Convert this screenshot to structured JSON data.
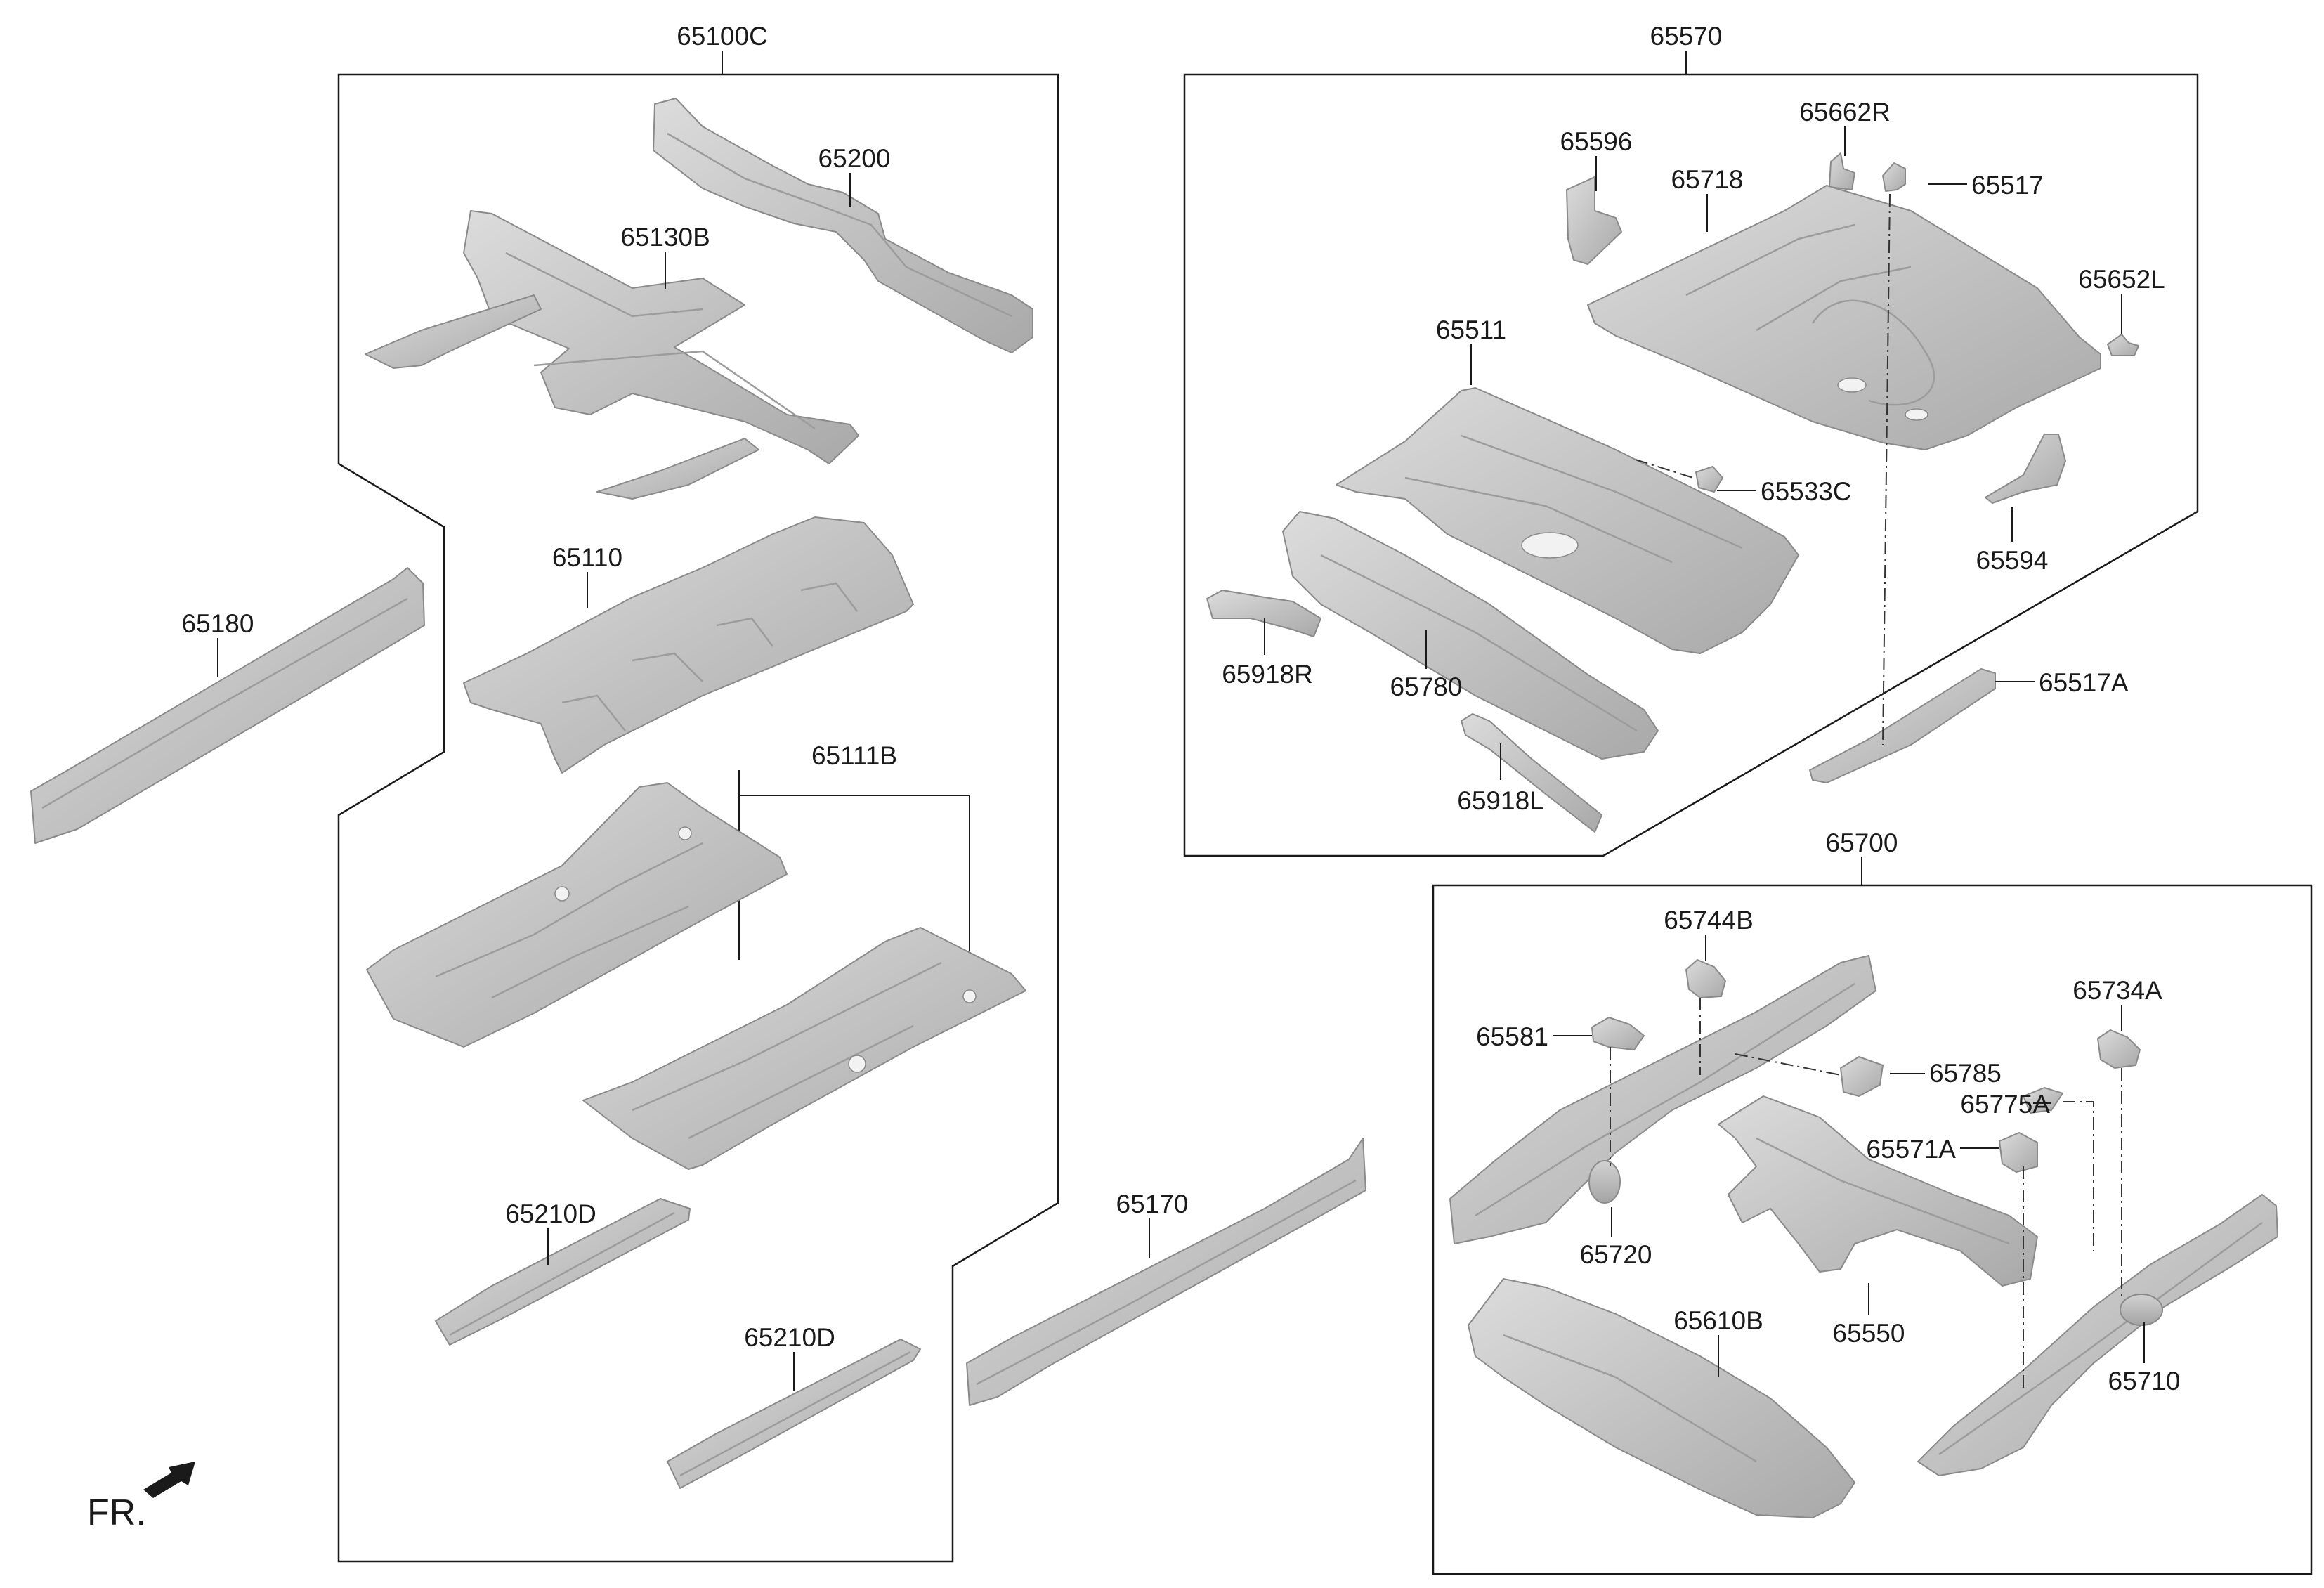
{
  "diagram": {
    "groups": {
      "front_floor": "65100C",
      "rear_floor": "65570",
      "rear_member": "65700",
      "center_floor": "65111B"
    },
    "parts": {
      "p65200": "65200",
      "p65130B": "65130B",
      "p65180": "65180",
      "p65110": "65110",
      "p65210D_a": "65210D",
      "p65210D_b": "65210D",
      "p65170": "65170",
      "p65596": "65596",
      "p65662R": "65662R",
      "p65718": "65718",
      "p65517": "65517",
      "p65652L": "65652L",
      "p65511": "65511",
      "p65533C": "65533C",
      "p65594": "65594",
      "p65918R": "65918R",
      "p65780": "65780",
      "p65517A": "65517A",
      "p65918L": "65918L",
      "p65744B": "65744B",
      "p65734A": "65734A",
      "p65581": "65581",
      "p65785": "65785",
      "p65775A": "65775A",
      "p65571A": "65571A",
      "p65720": "65720",
      "p65610B": "65610B",
      "p65550": "65550",
      "p65710": "65710"
    },
    "direction_label": "FR.",
    "colors": {
      "part_fill": "#c8c8c8",
      "outline": "#1a1a1a"
    }
  }
}
